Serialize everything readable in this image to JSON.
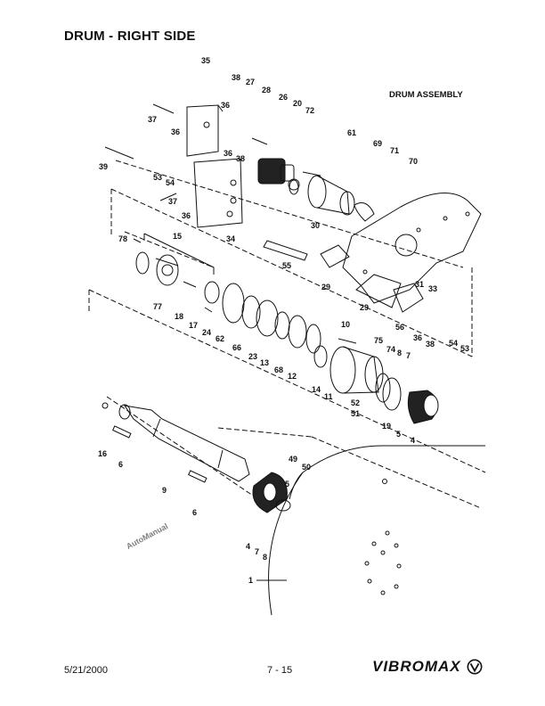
{
  "page": {
    "title": "DRUM - RIGHT SIDE",
    "subtitle": "DRUM ASSEMBLY",
    "date": "5/21/2000",
    "page_number": "7 - 15",
    "brand": "VIBROMAX",
    "watermark": "AutoManual"
  },
  "callouts": {
    "c35": "35",
    "c38a": "38",
    "c27": "27",
    "c28": "28",
    "c26": "26",
    "c20": "20",
    "c72": "72",
    "c37a": "37",
    "c36a": "36",
    "c36b": "36",
    "c36c": "36",
    "c38b": "38",
    "c61": "61",
    "c69": "69",
    "c71": "71",
    "c39": "39",
    "c53a": "53",
    "c54a": "54",
    "c37b": "37",
    "c36d": "36",
    "c70": "70",
    "c34": "34",
    "c30": "30",
    "c78": "78",
    "c15": "15",
    "c55": "55",
    "c29a": "29",
    "c29b": "29",
    "c31": "31",
    "c33": "33",
    "c77": "77",
    "c18": "18",
    "c17": "17",
    "c24": "24",
    "c62": "62",
    "c66": "66",
    "c23": "23",
    "c13": "13",
    "c68": "68",
    "c12": "12",
    "c10": "10",
    "c56": "56",
    "c36e": "36",
    "c38c": "38",
    "c54b": "54",
    "c53b": "53",
    "c75": "75",
    "c74": "74",
    "c8a": "8",
    "c7a": "7",
    "c14": "14",
    "c11": "11",
    "c52": "52",
    "c51": "51",
    "c19": "19",
    "c5a": "5",
    "c4a": "4",
    "c16": "16",
    "c6a": "6",
    "c9": "9",
    "c49": "49",
    "c50": "50",
    "c5b": "5",
    "c6b": "6",
    "c4b": "4",
    "c7b": "7",
    "c8b": "8",
    "c1": "1"
  }
}
